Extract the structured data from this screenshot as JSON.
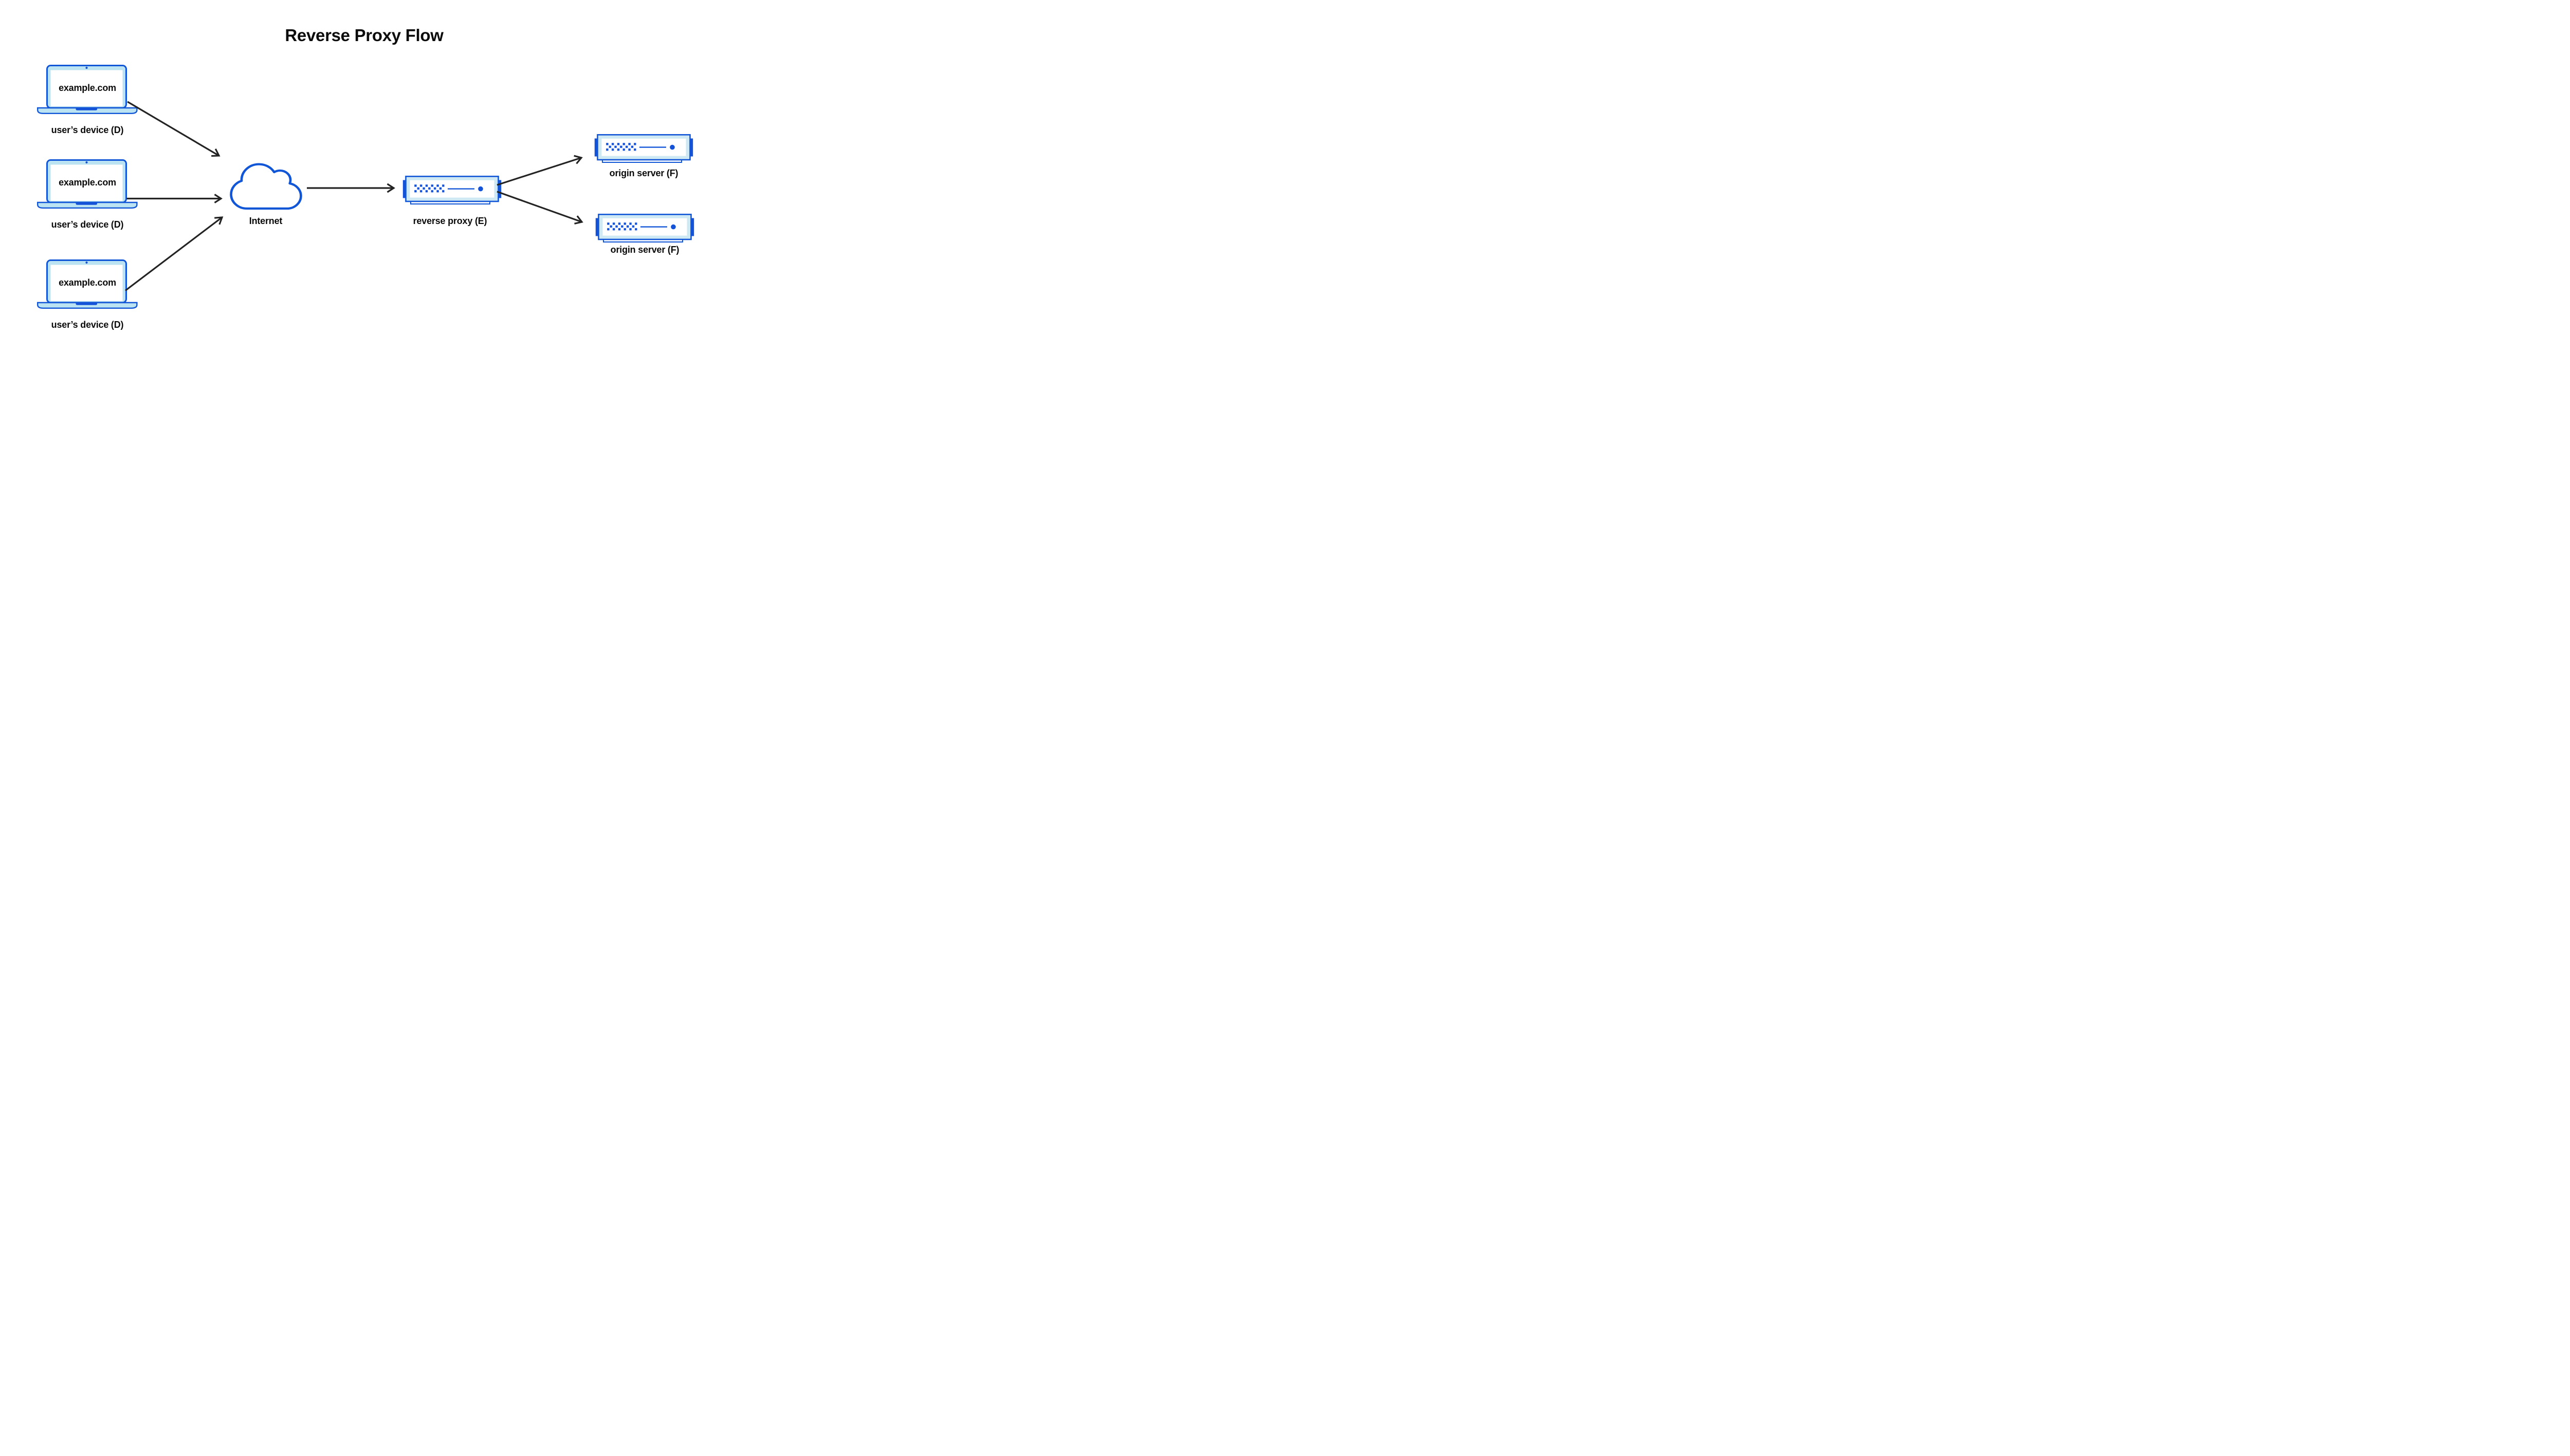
{
  "title": "Reverse Proxy Flow",
  "devices": [
    {
      "screen_text": "example.com",
      "label": "user’s device (D)"
    },
    {
      "screen_text": "example.com",
      "label": "user’s device (D)"
    },
    {
      "screen_text": "example.com",
      "label": "user’s device (D)"
    }
  ],
  "internet": {
    "label": "Internet"
  },
  "reverse_proxy": {
    "label": "reverse proxy (E)"
  },
  "origin_servers": [
    {
      "label": "origin server (F)"
    },
    {
      "label": "origin server (F)"
    }
  ],
  "connections": [
    {
      "from": "user’s device (D)",
      "to": "Internet"
    },
    {
      "from": "user’s device (D)",
      "to": "Internet"
    },
    {
      "from": "user’s device (D)",
      "to": "Internet"
    },
    {
      "from": "Internet",
      "to": "reverse proxy (E)"
    },
    {
      "from": "reverse proxy (E)",
      "to": "origin server (F)"
    },
    {
      "from": "reverse proxy (E)",
      "to": "origin server (F)"
    }
  ],
  "colors": {
    "stroke_blue": "#1256d8",
    "accent_blue": "#1453d8",
    "fill_blue_laptop": "#bce3f1",
    "fill_blue_server": "#cfe9f4",
    "arrow": "#232323",
    "text": "#0b0b0b",
    "bg": "#ffffff"
  }
}
